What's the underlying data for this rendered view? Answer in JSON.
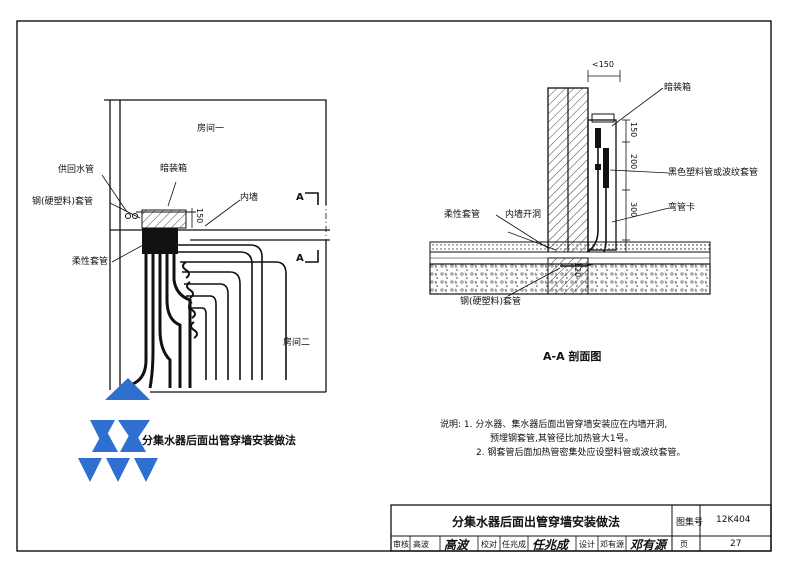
{
  "plan": {
    "room1": "房间一",
    "room2": "房间二",
    "supply_return_pipe": "供回水管",
    "concealed_box": "暗装箱",
    "steel_plastic_sleeve": "钢(硬塑料)套管",
    "inner_wall": "内墙",
    "flexible_sleeve": "柔性套管",
    "dim_150": "150",
    "section_mark_a": "A",
    "caption": "分集水器后面出管穿墙安装做法"
  },
  "section": {
    "dim_top": "<150",
    "concealed_box": "暗装箱",
    "inner_wall_slot": "内墙开洞",
    "flexible_sleeve": "柔性套管",
    "black_plastic_pipe": "黑色塑料管或波纹套管",
    "pipe_clamp": "弯管卡",
    "steel_plastic_sleeve": "钢(硬塑料)套管",
    "dim_150": "150",
    "dim_200": "200",
    "dim_300": "300",
    "dim_120": "120",
    "title": "A-A 剖面图"
  },
  "notes": {
    "line1": "说明: 1. 分水器、集水器后面出管穿墙安装应在内墙开洞,",
    "line2": "预埋钢套管,其管径比加热管大1号。",
    "line3": "2. 钢套管后面加热管密集处应设塑料管或波纹套管。"
  },
  "title_block": {
    "drawing_title": "分集水器后面出管穿墙安装做法",
    "atlas_no_label": "图集号",
    "atlas_no": "12K404",
    "review_label": "审核",
    "reviewer_name": "高波",
    "reviewer_sig": "高波",
    "check_label": "校对",
    "checker_name": "任兆成",
    "checker_sig": "任兆成",
    "design_label": "设计",
    "designer_name": "邓有源",
    "designer_sig": "邓有源",
    "page_label": "页",
    "page_no": "27"
  },
  "colors": {
    "logo_blue": "#2e6fd0",
    "line": "#111111",
    "hatch": "#555555"
  }
}
